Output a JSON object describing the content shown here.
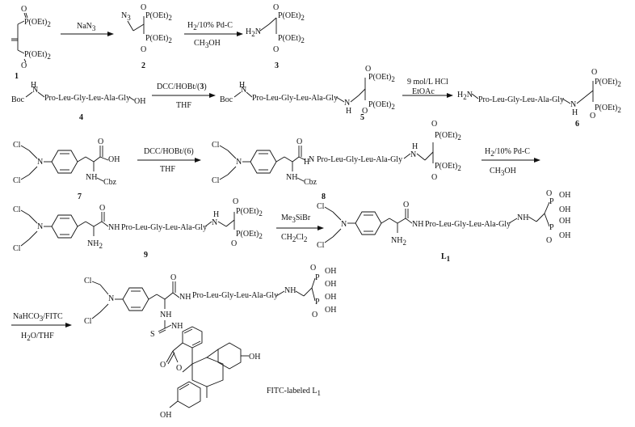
{
  "page": {
    "width": 786,
    "height": 528
  },
  "labels": {
    "po_oet2": "P(OEt)",
    "po_oet2_sub": "2",
    "o": "O",
    "n3": "N",
    "n3_sub": "3",
    "h2n": "H",
    "h2n_sub": "2",
    "h2n_n": "N",
    "boc": "Boc",
    "h": "H",
    "n": "N",
    "oh": "OH",
    "cl": "Cl",
    "nh": "NH",
    "cbz": "Cbz",
    "nh2": "NH",
    "nh2_sub": "2",
    "p": "P",
    "s": "S"
  },
  "peptide": "Pro-Leu-Gly-Leu-Ala-Gly",
  "compounds": {
    "c1": "1",
    "c2": "2",
    "c3": "3",
    "c4": "4",
    "c5": "5",
    "c6": "6",
    "c7": "7",
    "c8": "8",
    "c9": "9",
    "l1": "L",
    "l1_sub": "1",
    "fitc_label": "FITC-labeled L",
    "fitc_sub": "1"
  },
  "reagents": {
    "r1": "NaN",
    "r1_sub": "3",
    "r2a": "H",
    "r2a_sub": "2",
    "r2a_rest": "/10% Pd-C",
    "r2b": "CH",
    "r2b_sub": "3",
    "r2b_rest": "OH",
    "r3a": "DCC/HOBt/(",
    "r3a_num": "3",
    "r3a_end": ")",
    "r3b": "THF",
    "r4a": "9 mol/L HCl",
    "r4b": "EtOAc",
    "r5a": "DCC/HOBt/(6)",
    "r5b": "THF",
    "r6a": "H",
    "r6a_sub": "2",
    "r6a_rest": "/10% Pd-C",
    "r6b": "CH",
    "r6b_sub": "3",
    "r6b_rest": "OH",
    "r7a": "Me",
    "r7a_sub": "3",
    "r7a_rest": "SiBr",
    "r7b": "CH",
    "r7b_sub": "2",
    "r7b_mid": "Cl",
    "r7b_sub2": "2",
    "r8a": "NaHCO",
    "r8a_sub": "3",
    "r8a_rest": "/FITC",
    "r8b": "H",
    "r8b_sub": "2",
    "r8b_rest": "O/THF"
  }
}
